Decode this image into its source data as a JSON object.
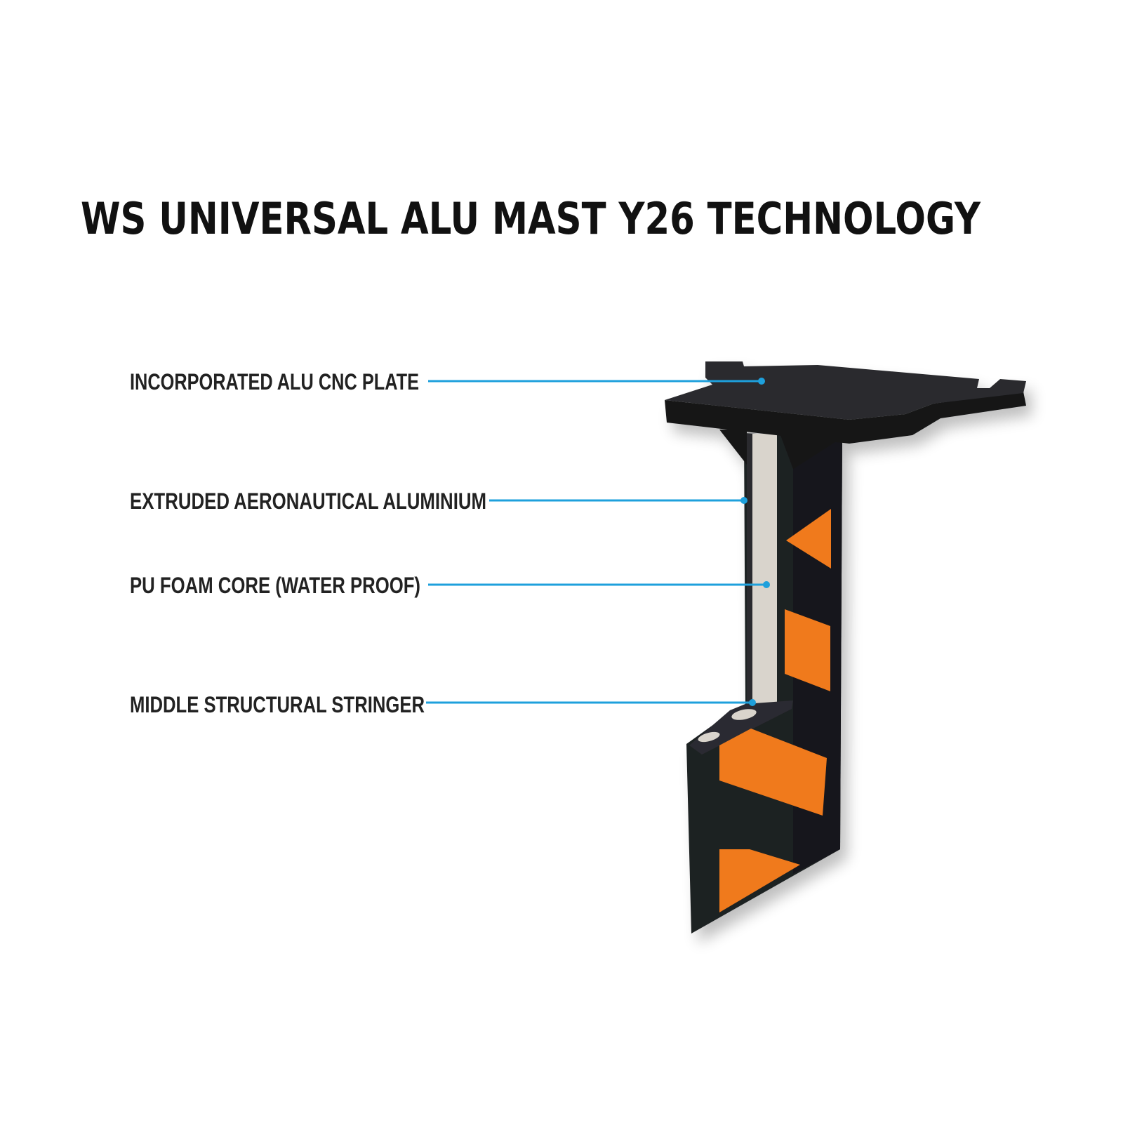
{
  "title": "WS UNIVERSAL ALU MAST Y26 TECHNOLOGY",
  "callouts": [
    {
      "label": "INCORPORATED ALU CNC PLATE"
    },
    {
      "label": "EXTRUDED AERONAUTICAL ALUMINIUM"
    },
    {
      "label": "PU FOAM CORE (WATER PROOF)"
    },
    {
      "label": "MIDDLE STRUCTURAL STRINGER"
    }
  ],
  "colors": {
    "callout_line": "#1ea0dc",
    "accent": "#f07a1c",
    "mast": "#1f2023",
    "foam": "#d9d4cc"
  }
}
